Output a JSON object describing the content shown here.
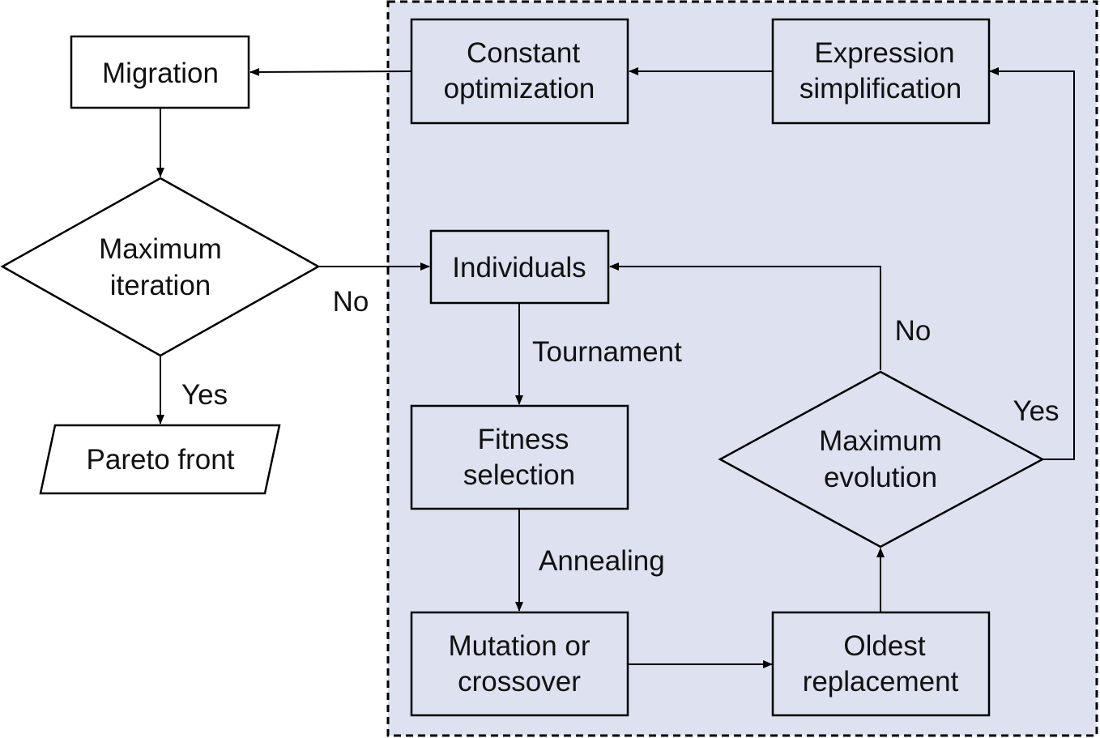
{
  "nodes": {
    "migration": "Migration",
    "max_iteration": [
      "Maximum",
      "iteration"
    ],
    "pareto_front": "Pareto front",
    "constant_optimization": [
      "Constant",
      "optimization"
    ],
    "expression_simplification": [
      "Expression",
      "simplification"
    ],
    "individuals": "Individuals",
    "fitness_selection": [
      "Fitness",
      "selection"
    ],
    "mutation_crossover": [
      "Mutation or",
      "crossover"
    ],
    "oldest_replacement": [
      "Oldest",
      "replacement"
    ],
    "max_evolution": [
      "Maximum",
      "evolution"
    ]
  },
  "edge_labels": {
    "iteration_no": "No",
    "iteration_yes": "Yes",
    "tournament": "Tournament",
    "annealing": "Annealing",
    "evolution_no": "No",
    "evolution_yes": "Yes"
  },
  "colors": {
    "region_fill": "#dde1f0",
    "line": "#000000"
  }
}
